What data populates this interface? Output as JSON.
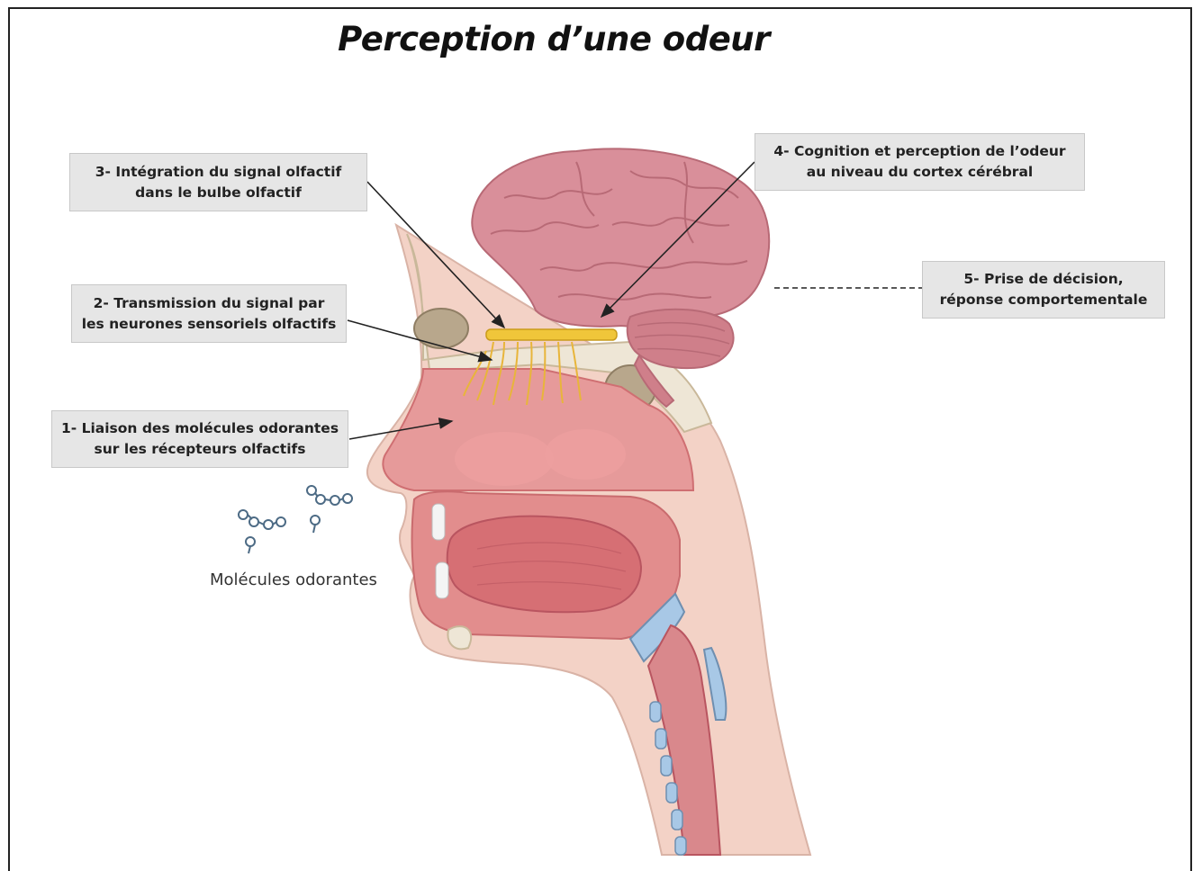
{
  "title": "Perception d’une odeur",
  "labels": {
    "step1": {
      "line1": "1- Liaison des molécules odorantes",
      "line2": "sur les récepteurs olfactifs"
    },
    "step2": {
      "line1": "2- Transmission du signal par",
      "line2": "les neurones sensoriels olfactifs"
    },
    "step3": {
      "line1": "3- Intégration du signal olfactif",
      "line2": "dans le bulbe olfactif"
    },
    "step4": {
      "line1": "4- Cognition et perception de l’odeur",
      "line2": "au niveau du cortex cérébral"
    },
    "step5": {
      "line1": "5- Prise de décision,",
      "line2": "réponse comportementale"
    }
  },
  "molecules_caption": "Molécules odorantes",
  "colors": {
    "brain": "#d98f9a",
    "brain_dark": "#b86a76",
    "skin": "#f3d2c6",
    "tissue": "#e69a9a",
    "tissue_dark": "#cf6f72",
    "bone": "#eee6d6",
    "bulb": "#f0c63a",
    "cartilage": "#a8c8e6",
    "molecule": "#4d6b85",
    "label_bg": "#e6e6e6"
  }
}
